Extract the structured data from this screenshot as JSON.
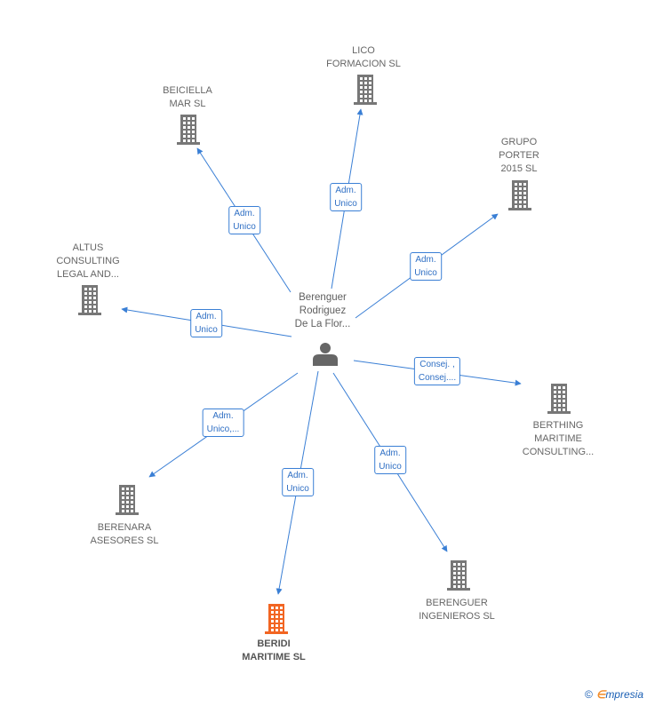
{
  "center": {
    "label": "Berenguer\nRodriguez\nDe La Flor...",
    "icon": "person-icon",
    "color": "#666666"
  },
  "colors": {
    "edge": "#3a7fd5",
    "company": "#777777",
    "highlight": "#f26522"
  },
  "companies": [
    {
      "id": "lico",
      "name": "LICO\nFORMACION SL",
      "role": "Adm.\nUnico",
      "highlight": false
    },
    {
      "id": "grupo",
      "name": "GRUPO\nPORTER\n2015  SL",
      "role": "Adm.\nUnico",
      "highlight": false
    },
    {
      "id": "berthing",
      "name": "BERTHING\nMARITIME\nCONSULTING...",
      "role": "Consej. ,\nConsej....",
      "highlight": false
    },
    {
      "id": "berenguer-ing",
      "name": "BERENGUER\nINGENIEROS SL",
      "role": "Adm.\nUnico",
      "highlight": false
    },
    {
      "id": "beridi",
      "name": "BERIDI\nMARITIME  SL",
      "role": "Adm.\nUnico",
      "highlight": true
    },
    {
      "id": "berenara",
      "name": "BERENARA\nASESORES  SL",
      "role": "Adm.\nUnico,...",
      "highlight": false
    },
    {
      "id": "altus",
      "name": "ALTUS\nCONSULTING\nLEGAL AND...",
      "role": "Adm.\nUnico",
      "highlight": false
    },
    {
      "id": "beiciella",
      "name": "BEICIELLA\nMAR SL",
      "role": "Adm.\nUnico",
      "highlight": false
    }
  ],
  "brand": {
    "copyright": "©",
    "e": "∈",
    "rest": "mpresia"
  }
}
